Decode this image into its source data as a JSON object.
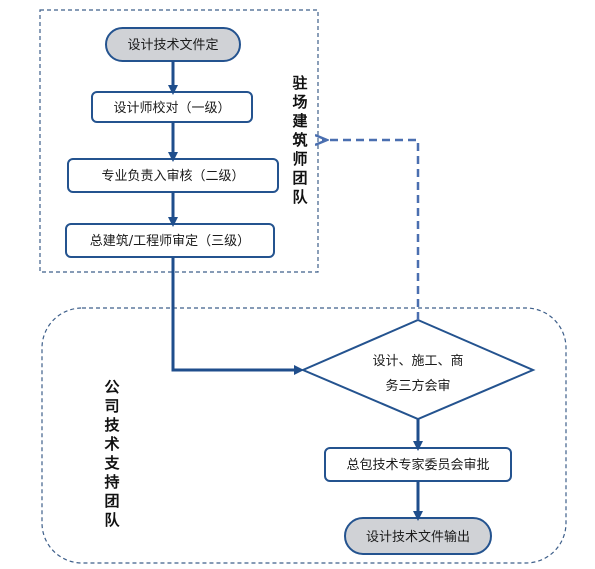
{
  "colors": {
    "edge": "#24538f",
    "arrow": "#1f4e8c",
    "feedback": "#4a6fb0",
    "group_border": "#3e5f8a",
    "terminal_fill": "#d0d2d6"
  },
  "groups": {
    "site_team": "驻场建筑师团队",
    "company_team": "公司技术支持团队"
  },
  "nodes": {
    "start": "设计技术文件定",
    "level1": "设计师校对（一级）",
    "level2": "专业负责入审核（二级）",
    "level3": "总建筑/工程师审定（三级）",
    "joint_review_line1": "设计、施工、商",
    "joint_review_line2": "务三方会审",
    "expert_review": "总包技术专家委员会审批",
    "end": "设计技术文件输出"
  }
}
